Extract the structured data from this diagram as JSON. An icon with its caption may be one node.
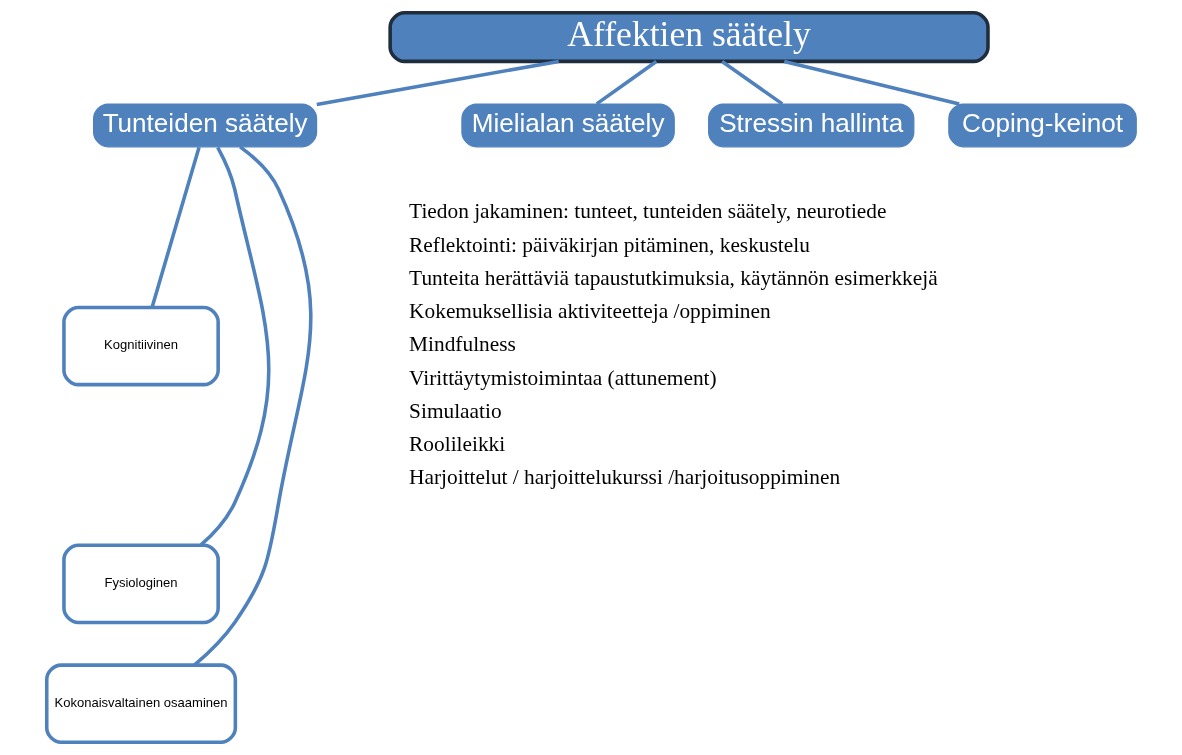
{
  "diagram": {
    "nodes": [
      {
        "text": [
          "Affektien säätely"
        ]
      },
      {
        "text": [
          "Tunteiden säätely"
        ]
      },
      {
        "text": [
          "Mielialan säätely"
        ]
      },
      {
        "text": [
          "Stressin hallinta"
        ]
      },
      {
        "text": [
          "Coping-keinot"
        ]
      },
      {
        "text": [
          "Kognitiivinen"
        ]
      },
      {
        "text": [
          "Fysiologinen"
        ]
      },
      {
        "text": [
          "Kokonaisvaltainen osaaminen"
        ]
      }
    ],
    "edges": [
      {
        "from": 0,
        "to": 1,
        "arrow": "none"
      },
      {
        "from": 0,
        "to": 2,
        "arrow": "none"
      },
      {
        "from": 0,
        "to": 3,
        "arrow": "none"
      },
      {
        "from": 0,
        "to": 4,
        "arrow": "none"
      },
      {
        "from": 1,
        "to": 5,
        "arrow": "none"
      },
      {
        "from": 1,
        "to": 6,
        "arrow": "none"
      },
      {
        "from": 1,
        "to": 7,
        "arrow": "none"
      }
    ],
    "labels": [
      "Tiedon jakaminen: tunteet, tunteiden säätely, neurotiede",
      "Reflektointi: päiväkirjan pitäminen, keskustelu",
      "Tunteita herättäviä tapaustutkimuksia, käytännön esimerkkejä",
      "Kokemuksellisia aktiviteetteja /oppiminen",
      "Mindfulness",
      "Virittäytymistoimintaa (attunement)",
      "Simulaatio",
      "Roolileikki",
      "Harjoittelut / harjoittelukurssi /harjoitusoppiminen"
    ]
  }
}
